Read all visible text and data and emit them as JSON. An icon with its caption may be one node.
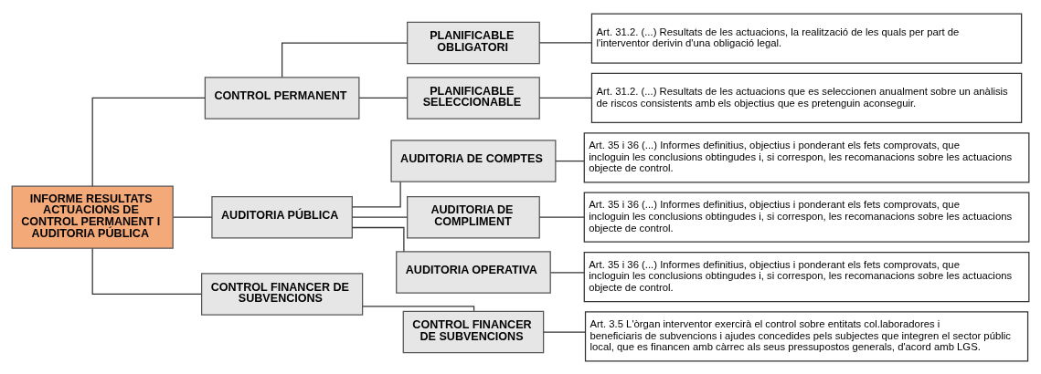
{
  "diagram": {
    "nodes": [
      {
        "text": [
          "INFORME RESULTATS ACTUACIONS DE CONTROL PERMANENT I AUDITORIA PÚBLICA"
        ]
      },
      {
        "text": [
          "CONTROL PERMANENT"
        ]
      },
      {
        "text": [
          "PLANIFICABLE OBLIGATORI"
        ]
      },
      {
        "text": [
          "Art. 31.2. (...) Resultats de les actuacions, la realització de les quals per part de l'interventor derivin d'una obligació legal."
        ]
      },
      {
        "text": [
          "PLANIFICABLE SELECCIONABLE"
        ]
      },
      {
        "text": [
          "Art. 31.2. (...) Resultats de les actuacions que es seleccionen anualment sobre un anàlisis de riscos consistents amb els objectius que es pretenguin aconseguir."
        ]
      },
      {
        "text": [
          "AUDITORIA PÚBLICA"
        ]
      },
      {
        "text": [
          "AUDITORIA DE COMPTES"
        ]
      },
      {
        "text": [
          "Art. 35 i 36 (...) Informes definitius, objectius i ponderant els fets comprovats, que incloguin les conclusions obtingudes i, si correspon, les recomanacions sobre les actuacions objecte de control."
        ]
      },
      {
        "text": [
          "AUDITORIA DE COMPLIMENT"
        ]
      },
      {
        "text": [
          "Art. 35 i 36 (...) Informes definitius, objectius i ponderant els fets comprovats, que incloguin les conclusions obtingudes i, si correspon, les recomanacions sobre les actuacions objecte de control."
        ]
      },
      {
        "text": [
          "AUDITORIA OPERATIVA"
        ]
      },
      {
        "text": [
          "Art. 35 i 36 (...) Informes definitius, objectius i ponderant els fets comprovats, que incloguin les conclusions obtingudes i, si correspon, les recomanacions sobre les actuacions objecte de control."
        ]
      },
      {
        "text": [
          "CONTROL FINANCER DE SUBVENCIONS"
        ]
      },
      {
        "text": [
          "CONTROL FINANCER DE SUBVENCIONS"
        ]
      },
      {
        "text": [
          "Art. 3.5 L'òrgan interventor exercirà el control sobre entitats col.laboradores i beneficiaris de subvencions i ajudes concedides pels subjectes que integren el sector públic local, que es financen amb càrrec als seus pressupostos generals, d'acord amb LGS."
        ]
      }
    ],
    "edges": [
      {
        "from": 0,
        "to": 1,
        "arrow": "none"
      },
      {
        "from": 0,
        "to": 6,
        "arrow": "none"
      },
      {
        "from": 0,
        "to": 13,
        "arrow": "none"
      },
      {
        "from": 1,
        "to": 2,
        "arrow": "none"
      },
      {
        "from": 1,
        "to": 4,
        "arrow": "none"
      },
      {
        "from": 2,
        "to": 3,
        "arrow": "none"
      },
      {
        "from": 4,
        "to": 5,
        "arrow": "none"
      },
      {
        "from": 6,
        "to": 7,
        "arrow": "none"
      },
      {
        "from": 6,
        "to": 9,
        "arrow": "none"
      },
      {
        "from": 6,
        "to": 11,
        "arrow": "none"
      },
      {
        "from": 7,
        "to": 8,
        "arrow": "none"
      },
      {
        "from": 9,
        "to": 10,
        "arrow": "none"
      },
      {
        "from": 11,
        "to": 12,
        "arrow": "none"
      },
      {
        "from": 13,
        "to": 14,
        "arrow": "none"
      },
      {
        "from": 14,
        "to": 15,
        "arrow": "none"
      }
    ]
  }
}
